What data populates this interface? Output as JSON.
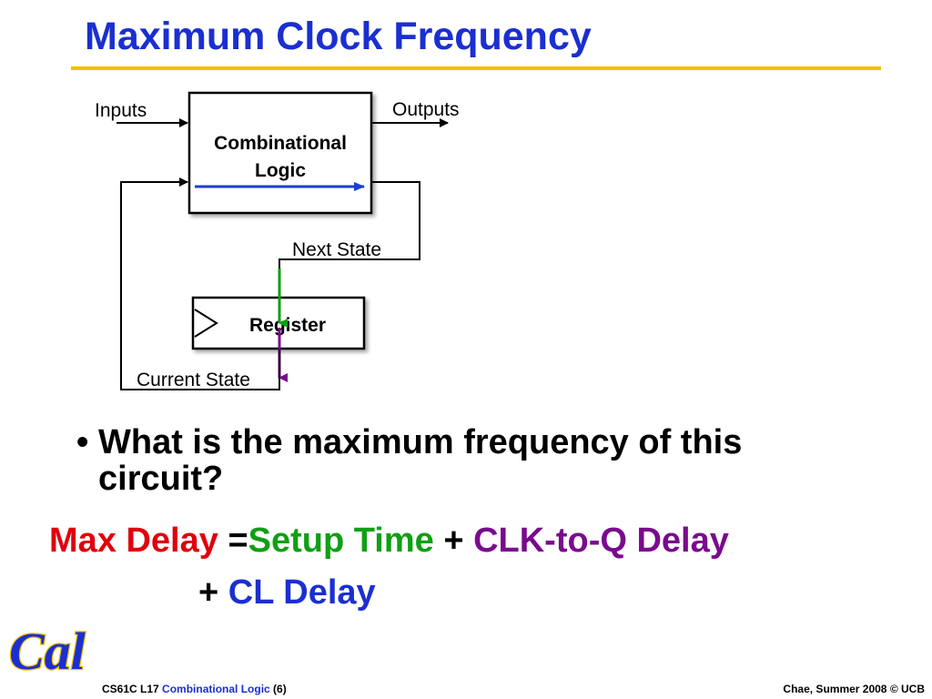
{
  "slide": {
    "title": "Maximum Clock Frequency"
  },
  "diagram": {
    "inputs_label": "Inputs",
    "outputs_label": "Outputs",
    "cl_line1": "Combinational",
    "cl_line2": "Logic",
    "next_state_label": "Next State",
    "register_label": "Register",
    "current_state_label": "Current State",
    "colors": {
      "cl_delay": "#1a3fd1",
      "setup": "#0ea012",
      "clk_to_q": "#7a0a8e"
    }
  },
  "bullet": {
    "marker": "•",
    "text": "What is the maximum frequency of this circuit?"
  },
  "formula": {
    "max_delay": "Max Delay",
    "equals": " =",
    "setup_time": "Setup Time",
    "plus1": " + ",
    "clk_to_q": "CLK-to-Q Delay",
    "plus2": "+ ",
    "cl_delay": "CL Delay"
  },
  "footer": {
    "course": "CS61C L17 ",
    "topic": "Combinational Logic",
    "page": " (6)",
    "credit": "Chae, Summer 2008 © UCB"
  },
  "logo": {
    "text": "Cal"
  }
}
